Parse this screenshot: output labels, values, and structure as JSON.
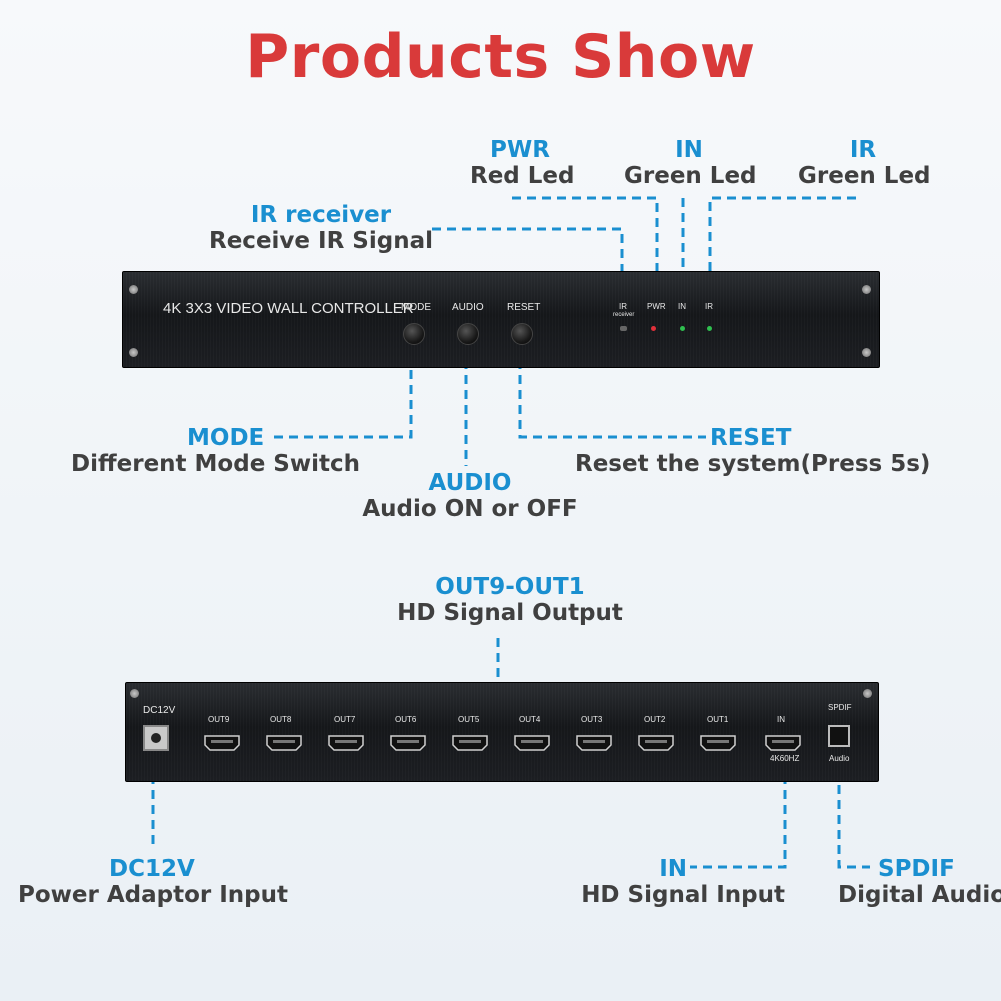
{
  "title": "Products Show",
  "front_panel": {
    "device_name": "4K 3X3 VIDEO WALL CONTROLLER",
    "buttons": [
      "MODE",
      "AUDIO",
      "RESET"
    ],
    "indicators": [
      "IR",
      "PWR",
      "IN",
      "IR"
    ],
    "ir_sublabel": "receiver"
  },
  "rear_panel": {
    "dc_label": "DC12V",
    "outputs": [
      "OUT9",
      "OUT8",
      "OUT7",
      "OUT6",
      "OUT5",
      "OUT4",
      "OUT3",
      "OUT2",
      "OUT1"
    ],
    "in_label": "IN",
    "in_sublabel": "4K60HZ",
    "spdif_label": "SPDIF",
    "spdif_sublabel": "Audio"
  },
  "callouts": {
    "pwr": {
      "title": "PWR",
      "desc": "Red Led"
    },
    "in_led": {
      "title": "IN",
      "desc": "Green Led"
    },
    "ir_led": {
      "title": "IR",
      "desc": "Green Led"
    },
    "ir_receiver": {
      "title": "IR receiver",
      "desc": "Receive IR Signal"
    },
    "mode": {
      "title": "MODE",
      "desc": "Different Mode Switch"
    },
    "audio": {
      "title": "AUDIO",
      "desc": "Audio ON or OFF"
    },
    "reset": {
      "title": "RESET",
      "desc": "Reset the system(Press 5s)"
    },
    "outputs": {
      "title": "OUT9-OUT1",
      "desc": "HD Signal Output"
    },
    "dc12v": {
      "title": "DC12V",
      "desc": "Power Adaptor Input"
    },
    "in_port": {
      "title": "IN",
      "desc": "HD Signal Input"
    },
    "spdif": {
      "title": "SPDIF",
      "desc": "Digital Audio"
    }
  },
  "colors": {
    "title": "#d93a3a",
    "callout_title": "#1a8fd0",
    "callout_desc": "#404040",
    "led_red": "#e0303a",
    "led_green": "#2fbf4f"
  }
}
